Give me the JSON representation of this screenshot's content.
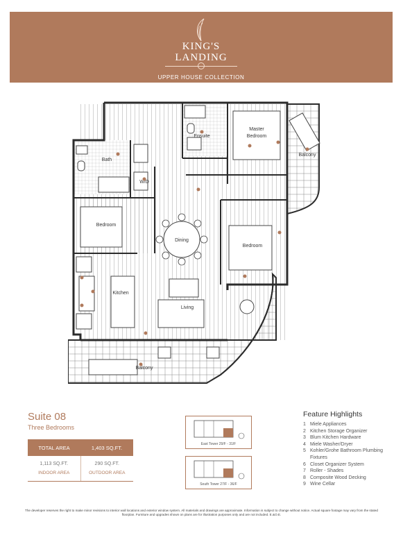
{
  "header": {
    "brand_line1": "KING'S",
    "brand_line2": "LANDING",
    "collection": "UPPER HOUSE COLLECTION"
  },
  "colors": {
    "accent": "#b07a5c",
    "wall": "#2b2b2b",
    "floor_line": "#555555"
  },
  "plan": {
    "rooms": {
      "master": "Master\nBedroom",
      "ensuite": "Ensuite",
      "bath": "Bath",
      "wd": "W/D",
      "bedroom1": "Bedroom",
      "bedroom2": "Bedroom",
      "dining": "Dining",
      "kitchen": "Kitchen",
      "living": "Living",
      "balcony_top": "Balcony",
      "balcony_bottom": "Balcony"
    }
  },
  "suite": {
    "title": "Suite 08",
    "subtitle": "Three Bedrooms"
  },
  "area": {
    "total_label": "TOTAL AREA",
    "total_value": "1,403 SQ.FT.",
    "indoor_value": "1,113 SQ.FT.",
    "indoor_label": "INDOOR AREA",
    "outdoor_value": "290 SQ.FT.",
    "outdoor_label": "OUTDOOR AREA"
  },
  "keymaps": [
    {
      "caption": "East Tower 29/F - 31/F"
    },
    {
      "caption": "South Tower 27/F - 36/F"
    }
  ],
  "features": {
    "title": "Feature Highlights",
    "items": [
      {
        "n": "1",
        "text": "Miele Appliances"
      },
      {
        "n": "2",
        "text": "Kitchen Storage Organizer"
      },
      {
        "n": "3",
        "text": "Blum Kitchen Hardware"
      },
      {
        "n": "4",
        "text": "Miele Washer/Dryer"
      },
      {
        "n": "5",
        "text": "Kohler/Grohe Bathroom Plumbing Fixtures"
      },
      {
        "n": "6",
        "text": "Closet Organizer System"
      },
      {
        "n": "7",
        "text": "Roller - Shades"
      },
      {
        "n": "8",
        "text": "Composite Wood Decking"
      },
      {
        "n": "9",
        "text": "Wine Cellar"
      }
    ]
  },
  "disclaimer": "The developer reserves the right to make minor revisions to interior wall locations and exterior window system. All materials and drawings are approximate. Information is subject to change without notice. Actual square footage may vary from the stated floorplan. Furniture and upgrades shown on plans are for illustration purposes only and are not included. E.&O.E."
}
